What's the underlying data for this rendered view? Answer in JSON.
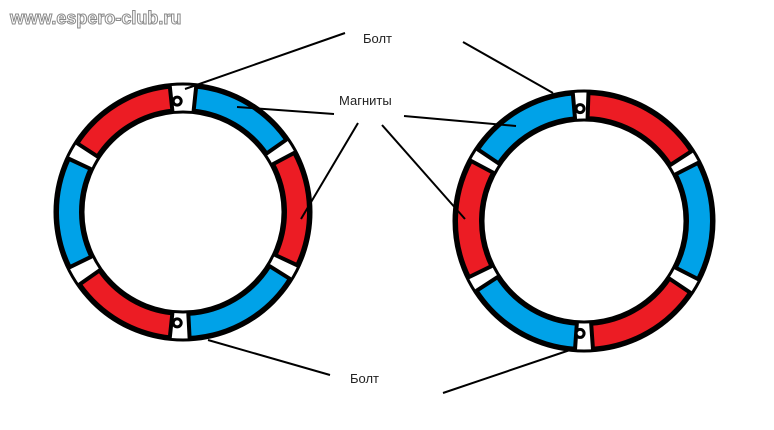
{
  "watermark": "www.espero-club.ru",
  "labels": {
    "bolt_top": "Болт",
    "magnets": "Магниты",
    "bolt_bottom": "Болт"
  },
  "colors": {
    "red": "#ec1c24",
    "blue": "#00a2e8",
    "outline": "#000000"
  },
  "rings": [
    {
      "name": "left-ring",
      "segments": [
        "blue",
        "red",
        "blue",
        "red",
        "blue",
        "red"
      ]
    },
    {
      "name": "right-ring",
      "segments": [
        "red",
        "blue",
        "red",
        "blue",
        "red",
        "blue"
      ]
    }
  ]
}
